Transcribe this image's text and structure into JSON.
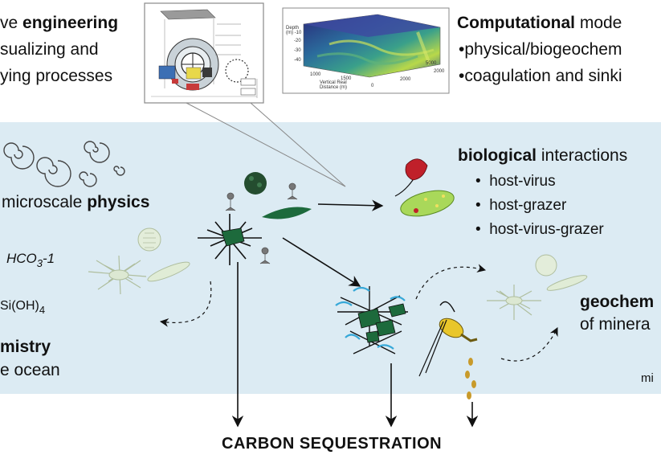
{
  "top_left": {
    "line1_prefix": "ve ",
    "line1_bold": "engineering",
    "line2": "sualizing and",
    "line3": "ying processes"
  },
  "top_right": {
    "title_bold": "Computational",
    "title_rest": " mode",
    "bullet1": "•physical/biogeochem",
    "bullet2": "•coagulation and sinki"
  },
  "heatmap_axes": {
    "depth_label": "Depth\n(m) -10",
    "depth_ticks": [
      "-20",
      "-30",
      "-40"
    ],
    "x_ticks": [
      "1000",
      "1500",
      "2000"
    ],
    "x_label": "Vertical Real\nDistance (m)",
    "y_ticks": [
      "2000",
      "5000"
    ],
    "small_number": "0"
  },
  "left_panel": {
    "physics_prefix": "microscale ",
    "physics_bold": "physics",
    "hco3": "HCO",
    "hco3_sub": "3",
    "hco3_suffix": "-1",
    "sioh": "Si(OH)",
    "sioh_sub": "4",
    "chemistry_bold": "mistry",
    "ocean": "e ocean"
  },
  "biological": {
    "title_bold": "biological",
    "title_rest": " interactions",
    "items": [
      "host-virus",
      "host-grazer",
      "host-virus-grazer"
    ],
    "bullet": "•"
  },
  "geochem": {
    "line1_bold": "geochem",
    "line2": "of minera"
  },
  "corner_text": "mi",
  "bottom_title": "CARBON SEQUESTRATION",
  "colors": {
    "panel": "#dcebf3",
    "diatom_green": "#1d6a3c",
    "dark_green": "#1e4a2e",
    "cyan": "#36a8d8",
    "red_cell": "#c0202a",
    "lime_cell": "#a9d85a",
    "yellow_grazer": "#e9c62a",
    "pellet": "#c89a2a"
  }
}
